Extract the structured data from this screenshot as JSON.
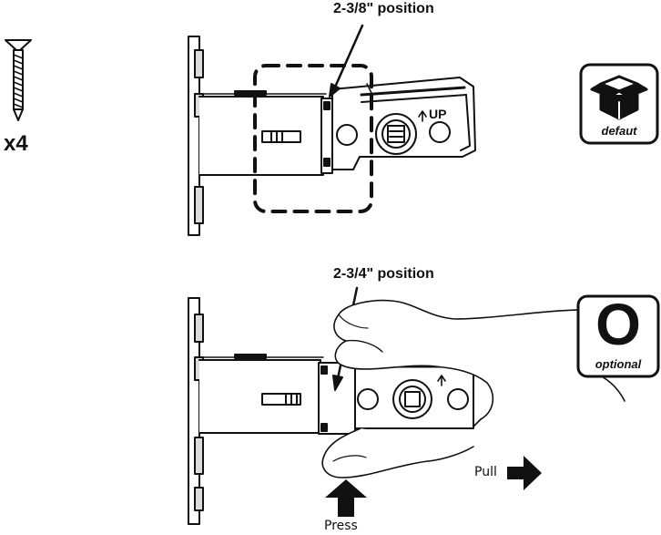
{
  "labels": {
    "pos_top": "2-3/8\" position",
    "pos_bottom": "2-3/4\" position",
    "quantity": "x4",
    "pull": "Pull",
    "press": "Press",
    "latch_up": "UP"
  },
  "badges": {
    "default": {
      "caption": "defaut",
      "icon": "open-box-icon"
    },
    "optional": {
      "letter": "O",
      "caption": "optional"
    }
  },
  "colors": {
    "ink": "#111111",
    "background": "#ffffff"
  }
}
